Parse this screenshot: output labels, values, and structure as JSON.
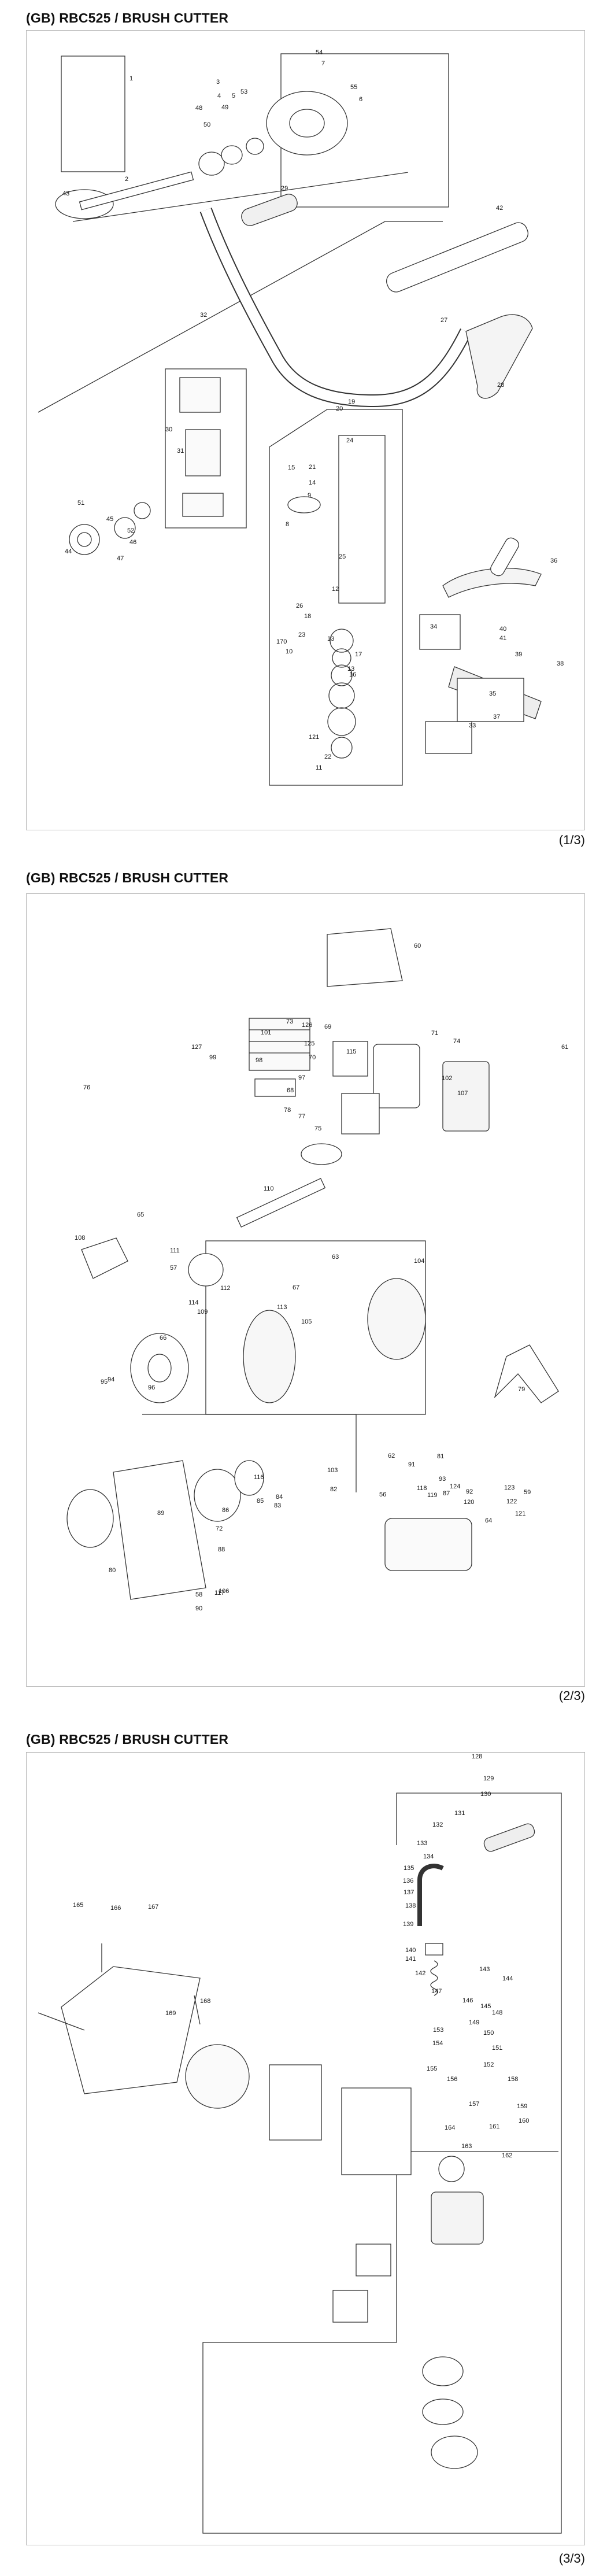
{
  "pages": [
    {
      "title": "(GB) RBC525 / BRUSH CUTTER",
      "page_number": "(1/3)",
      "callouts": [
        "1",
        "2",
        "3",
        "4",
        "5",
        "6",
        "7",
        "8",
        "9",
        "10",
        "11",
        "12",
        "13",
        "13",
        "14",
        "15",
        "16",
        "17",
        "18",
        "19",
        "20",
        "21",
        "22",
        "23",
        "24",
        "25",
        "26",
        "27",
        "28",
        "29",
        "30",
        "31",
        "32",
        "33",
        "34",
        "35",
        "36",
        "37",
        "38",
        "39",
        "40",
        "41",
        "42",
        "43",
        "44",
        "45",
        "46",
        "47",
        "48",
        "49",
        "50",
        "51",
        "52",
        "53",
        "54",
        "55",
        "121",
        "170"
      ]
    },
    {
      "title": "(GB) RBC525 / BRUSH CUTTER",
      "page_number": "(2/3)",
      "callouts": [
        "56",
        "57",
        "58",
        "59",
        "60",
        "61",
        "62",
        "63",
        "64",
        "65",
        "66",
        "67",
        "68",
        "69",
        "70",
        "71",
        "72",
        "73",
        "74",
        "75",
        "76",
        "77",
        "78",
        "79",
        "80",
        "81",
        "82",
        "83",
        "84",
        "85",
        "86",
        "87",
        "88",
        "89",
        "90",
        "91",
        "92",
        "93",
        "94",
        "95",
        "96",
        "97",
        "98",
        "99",
        "101",
        "102",
        "103",
        "104",
        "105",
        "106",
        "107",
        "108",
        "109",
        "110",
        "111",
        "112",
        "113",
        "114",
        "115",
        "116",
        "117",
        "118",
        "119",
        "120",
        "121",
        "122",
        "123",
        "124",
        "125",
        "126",
        "127"
      ]
    },
    {
      "title": "(GB) RBC525 / BRUSH CUTTER",
      "page_number": "(3/3)",
      "callouts": [
        "128",
        "129",
        "130",
        "131",
        "132",
        "133",
        "134",
        "135",
        "136",
        "137",
        "138",
        "139",
        "140",
        "141",
        "142",
        "143",
        "144",
        "145",
        "146",
        "147",
        "148",
        "149",
        "150",
        "151",
        "152",
        "153",
        "154",
        "155",
        "156",
        "157",
        "158",
        "159",
        "160",
        "161",
        "162",
        "163",
        "164",
        "165",
        "166",
        "167",
        "168",
        "169"
      ]
    }
  ]
}
